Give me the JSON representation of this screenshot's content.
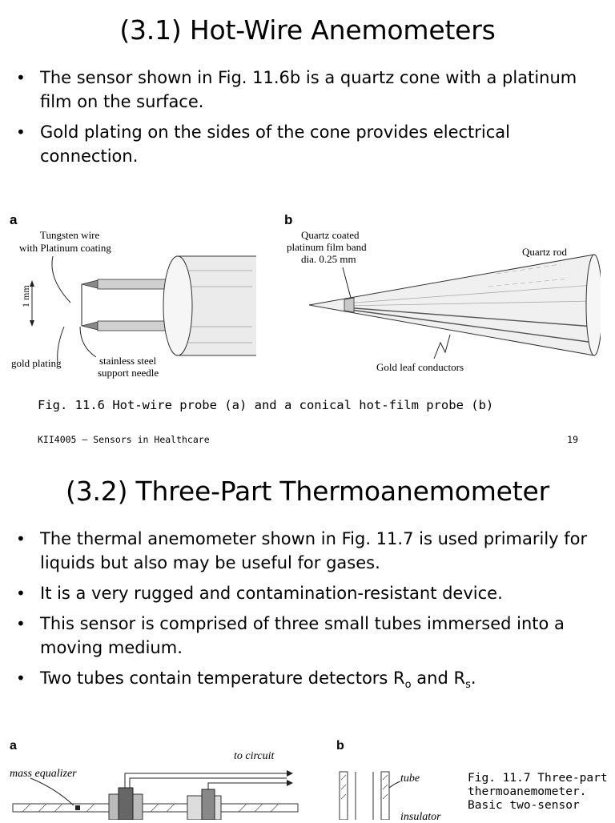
{
  "slide1": {
    "title": "(3.1) Hot-Wire Anemometers",
    "bullets": [
      "The sensor shown in Fig. 11.6b is a quartz cone with a platinum film on the surface.",
      "Gold plating on the sides of the cone provides electrical connection."
    ],
    "figure": {
      "panel_a": {
        "letter": "a",
        "label_wire_1": "Tungsten wire",
        "label_wire_2": "with Platinum coating",
        "label_dimension": "1 mm",
        "label_gold": "gold plating",
        "label_needle_1": "stainless steel",
        "label_needle_2": "support needle"
      },
      "panel_b": {
        "letter": "b",
        "label_band_1": "Quartz coated",
        "label_band_2": "platinum film band",
        "label_band_3": "dia. 0.25 mm",
        "label_rod": "Quartz rod",
        "label_gold_leaf": "Gold leaf conductors"
      },
      "caption": "Fig. 11.6 Hot-wire probe (a) and a conical hot-film probe (b)"
    },
    "footer": {
      "course": "KII4005 – Sensors in Healthcare",
      "page": "19"
    }
  },
  "slide2": {
    "title": "(3.2) Three-Part Thermoanemometer",
    "bullets": [
      "The thermal anemometer shown in Fig. 11.7 is used primarily for liquids but also may be useful for gases.",
      "It is a very rugged and contamination-resistant device.",
      "This sensor is comprised of three small tubes immersed into a moving medium."
    ],
    "bullet4": {
      "prefix": "Two tubes contain temperature detectors R",
      "sub1": "o",
      "middle": " and R",
      "sub2": "s",
      "suffix": "."
    },
    "figure": {
      "panel_a": {
        "letter": "a",
        "label_circuit": "to circuit",
        "label_mass": "mass equalizer"
      },
      "panel_b": {
        "letter": "b",
        "label_tube": "tube",
        "label_insulator": "insulator"
      },
      "caption_lines": [
        "Fig. 11.7 Three-part",
        "thermoanemometer.",
        "Basic two-sensor"
      ]
    }
  }
}
